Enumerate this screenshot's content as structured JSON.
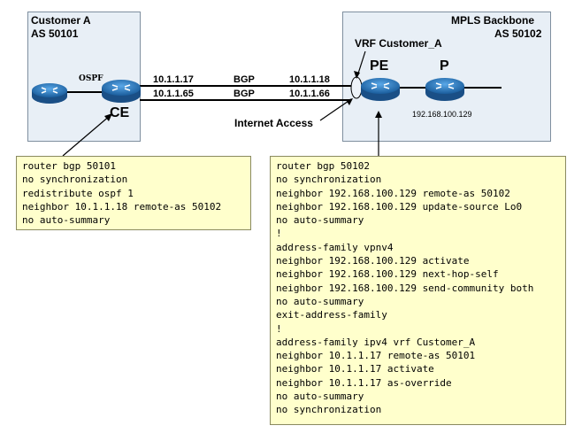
{
  "customer": {
    "name": "Customer A",
    "as": "AS 50101"
  },
  "backbone": {
    "name": "MPLS Backbone",
    "as": "AS 50102"
  },
  "labels": {
    "ospf": "OSPF",
    "ce": "CE",
    "pe": "PE",
    "p": "P",
    "vrf": "VRF Customer_A",
    "internet": "Internet Access",
    "p_ip": "192.168.100.129"
  },
  "links": [
    {
      "left_ip": "10.1.1.17",
      "protocol": "BGP",
      "right_ip": "10.1.1.18"
    },
    {
      "left_ip": "10.1.1.65",
      "protocol": "BGP",
      "right_ip": "10.1.1.66"
    }
  ],
  "ce_config": [
    "router bgp 50101",
    "no synchronization",
    "redistribute ospf 1",
    "neighbor 10.1.1.18 remote-as 50102",
    "no auto-summary"
  ],
  "pe_config": [
    "router bgp 50102",
    "no synchronization",
    "neighbor 192.168.100.129 remote-as 50102",
    "neighbor 192.168.100.129 update-source Lo0",
    "no auto-summary",
    "!",
    "address-family vpnv4",
    "neighbor 192.168.100.129 activate",
    "neighbor 192.168.100.129 next-hop-self",
    "neighbor 192.168.100.129 send-community both",
    "no auto-summary",
    "exit-address-family",
    "!",
    "address-family ipv4 vrf Customer_A",
    "neighbor 10.1.1.17 remote-as 50101",
    "neighbor 10.1.1.17 activate",
    "neighbor 10.1.1.17 as-override",
    "no auto-summary",
    "no synchronization"
  ]
}
